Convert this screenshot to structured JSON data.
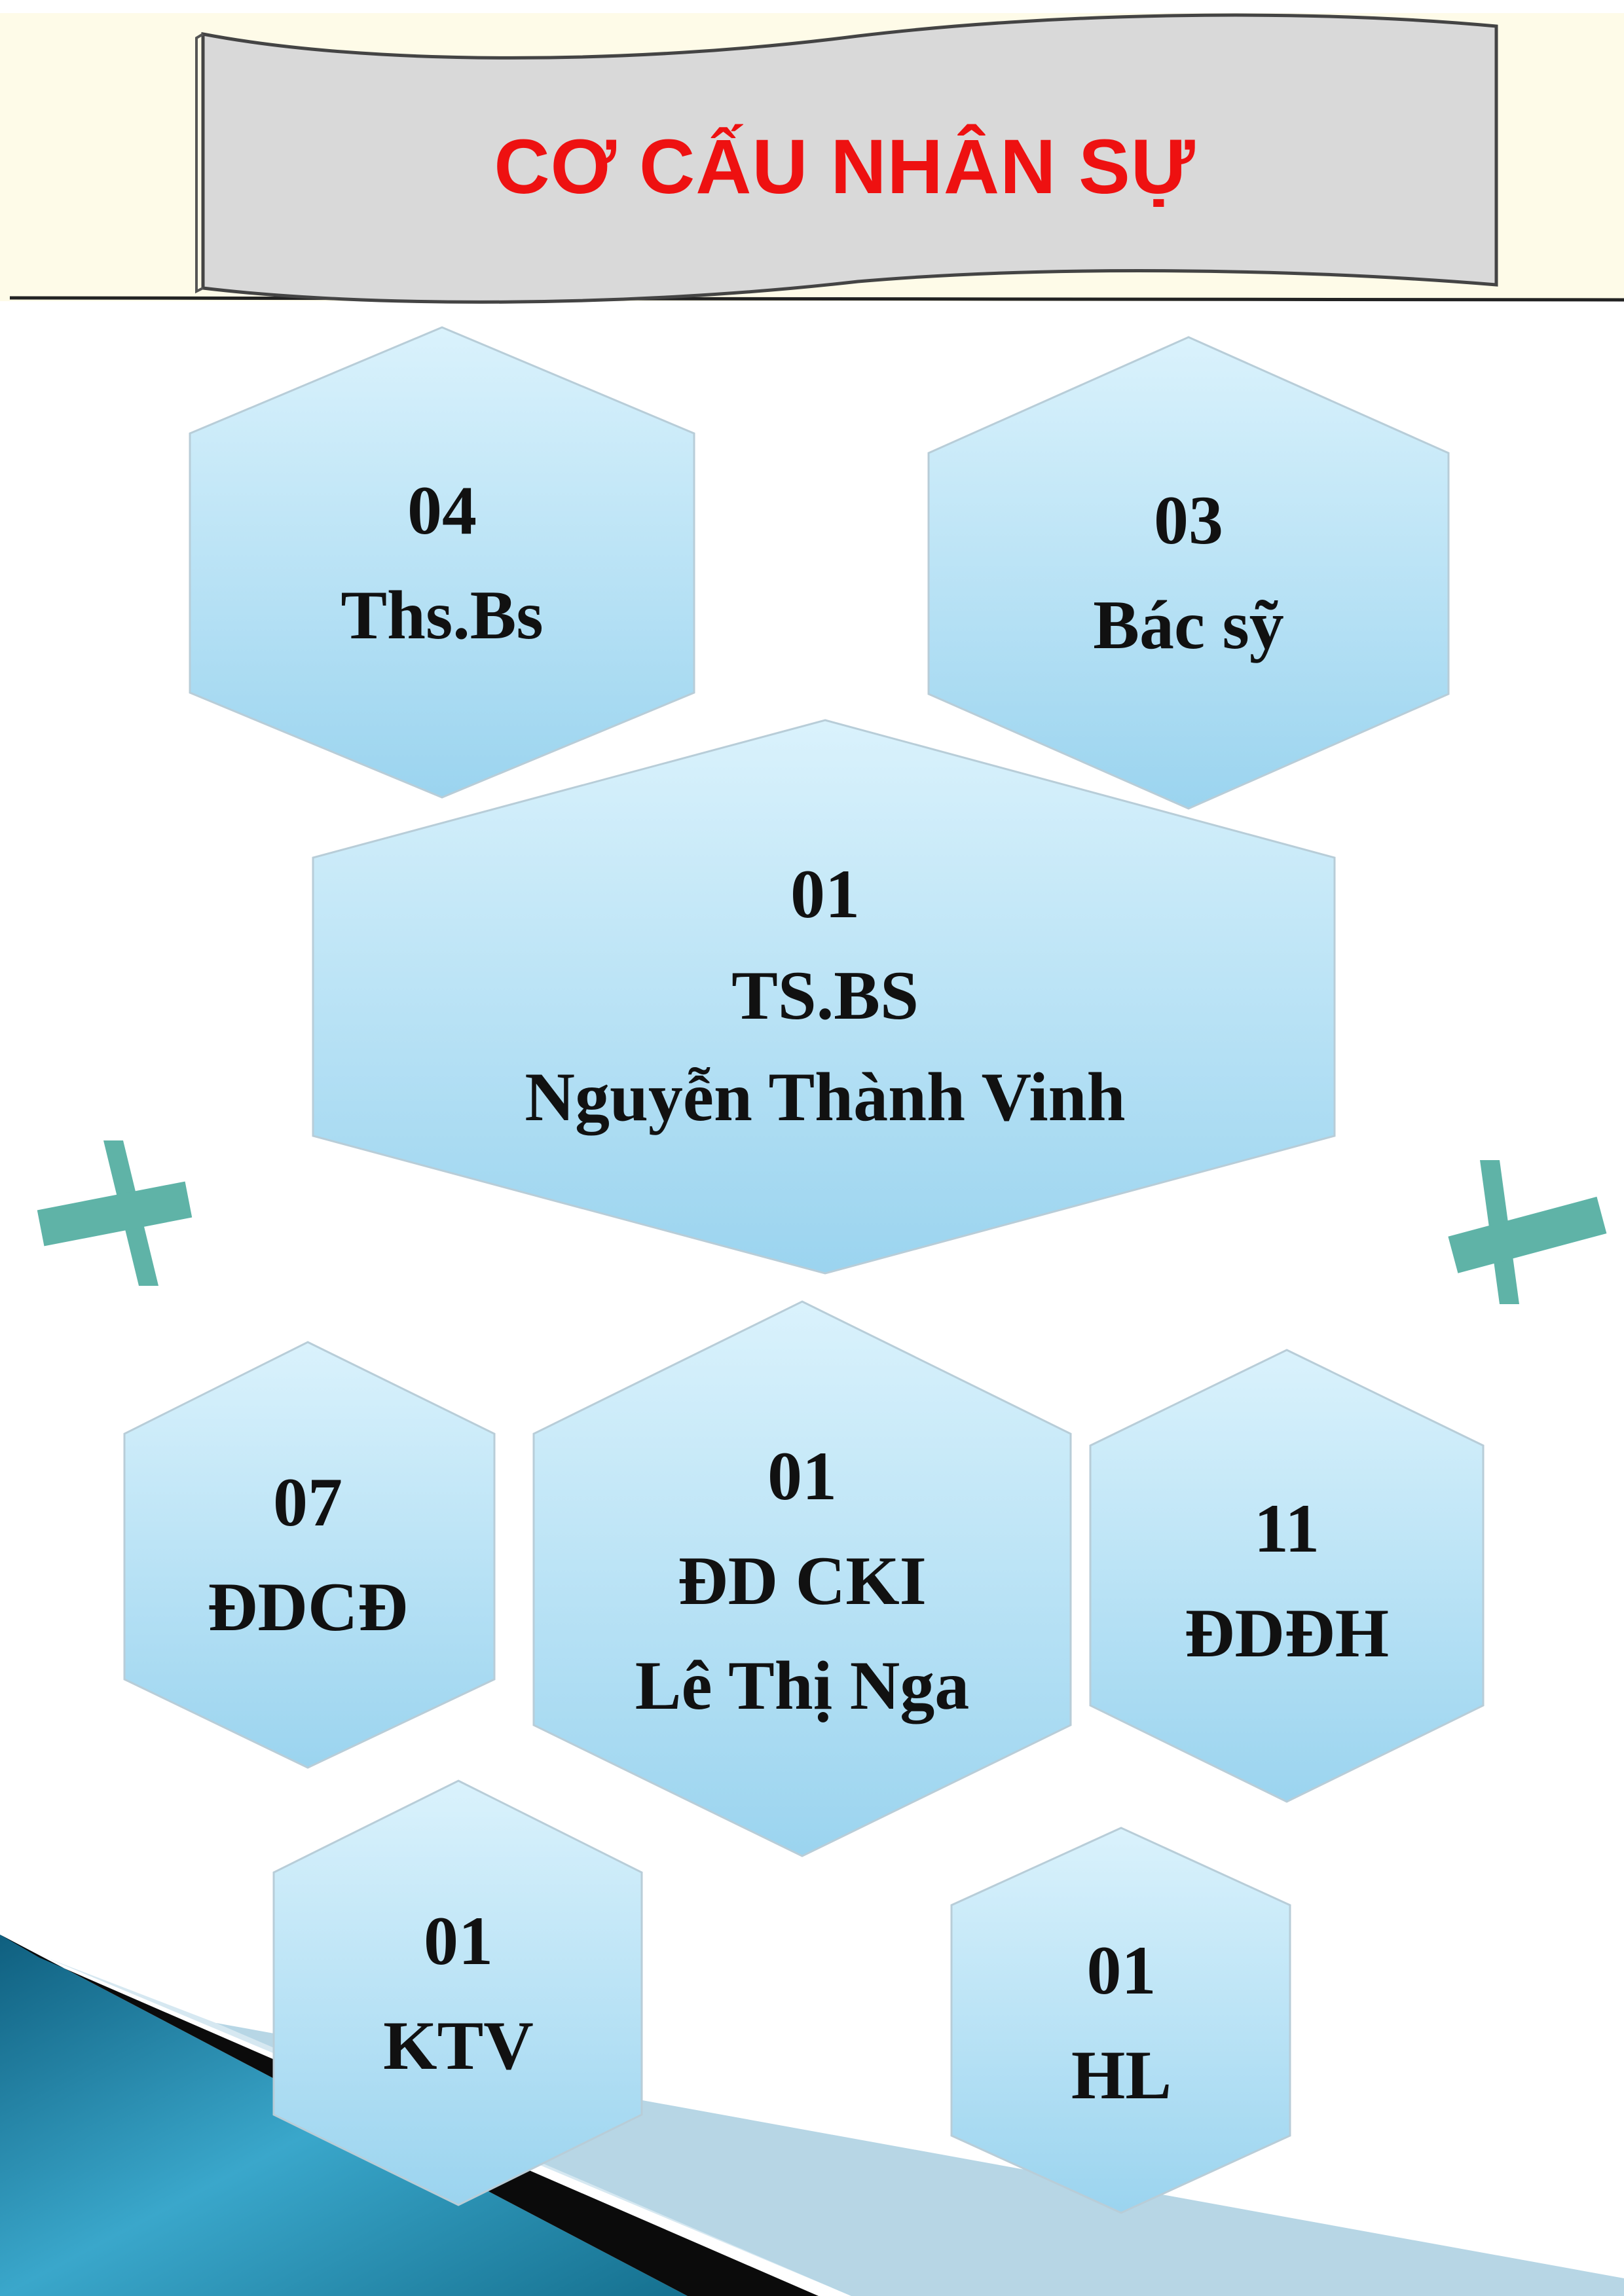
{
  "title": "CƠ CẤU NHÂN SỰ",
  "colors": {
    "title": "#ee1111",
    "banner_fill": "#d9d9d9",
    "hex_light": "#d7f1fc",
    "hex_dark": "#9dd5ef",
    "plus": "#5fb3a7",
    "corner_blue": "#1a7a9a"
  },
  "nodes": [
    {
      "id": "ths-bs",
      "lines": [
        "04",
        "Ths.Bs"
      ]
    },
    {
      "id": "bac-sy",
      "lines": [
        "03",
        "Bác sỹ"
      ]
    },
    {
      "id": "ts-bs",
      "lines": [
        "01",
        "TS.BS",
        "Nguyễn Thành Vinh"
      ]
    },
    {
      "id": "ddcd",
      "lines": [
        "07",
        "ĐDCĐ"
      ]
    },
    {
      "id": "dd-cki",
      "lines": [
        "01",
        "ĐD CKI",
        "Lê Thị Nga"
      ]
    },
    {
      "id": "dddh",
      "lines": [
        "11",
        "ĐDĐH"
      ]
    },
    {
      "id": "ktv",
      "lines": [
        "01",
        "KTV"
      ]
    },
    {
      "id": "hl",
      "lines": [
        "01",
        "HL"
      ]
    }
  ]
}
